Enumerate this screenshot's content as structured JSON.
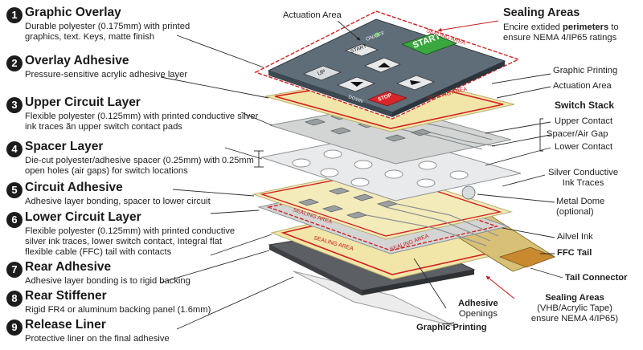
{
  "layers": [
    {
      "num": "1",
      "title": "Graphic Overlay",
      "desc": "Durable polyester (0.175mm) with printed graphics, text. Keys, matte finish"
    },
    {
      "num": "2",
      "title": "Overlay Adhesive",
      "desc": "Pressure-sensitive acrylic adhesive layer"
    },
    {
      "num": "3",
      "title": "Upper Circuit Layer",
      "desc": "Flexible polyester (0.125mm) with printed conductive silver ink traces ãn upper switch contact pads"
    },
    {
      "num": "4",
      "title": "Spacer Layer",
      "desc": "Die-cut polyester/adhesive spacer (0.25mm) with open holes (air gaps) for switch locations"
    },
    {
      "num": "5",
      "title": "Circuit Adhesive",
      "desc": "Adhesive layer bonding, spacer to lower circuit"
    },
    {
      "num": "6",
      "title": "Lower Circuit Layer",
      "desc": "Flexible polyester (0.125mm) with printed conductive silver ink traces, lower switch contact, Integral flat flexible cable (FFC) tail with contacts"
    },
    {
      "num": "7",
      "title": "Rear Adhesive",
      "desc": "Adhesive layer bonding is to rigid backing"
    },
    {
      "num": "8",
      "title": "Rear Stiffener",
      "desc": "Rigid FR4 or aluminum backing panel (1.6mm)"
    },
    {
      "num": "9",
      "title": "Release Liner",
      "desc": "Protective liner on the final adhesive"
    }
  ],
  "dimension_label": "0.25mm",
  "keys": {
    "onoff": "ON/OFF",
    "start_small": "START",
    "start_big": "START",
    "up": "UP",
    "down": "DOWN",
    "stop": "STOP"
  },
  "sealing_tags": [
    "SEALING AREA",
    "SEALING AREA",
    "SEALING AREA",
    "SEALING AREA",
    "SEALING AREA"
  ],
  "top_labels": {
    "actuation_area": "Actuation Area",
    "sealing_title": "Sealing Areas",
    "sealing_desc_pre": "Encire extided ",
    "sealing_desc_bold": "perimeters",
    "sealing_desc_post": " to",
    "sealing_desc_line2": "ensure NEMA 4/IP65 ratings"
  },
  "right_labels": {
    "graphic_printing": "Graphic Printing",
    "actuation_area": "Actuation Area",
    "switch_stack": "Switch Stack",
    "upper_contact": "Upper Contact",
    "spacer_gap": "Spacer/Air Gap",
    "lower_contact": "Lower Contact",
    "silver_1": "Silver Conductive",
    "silver_2": "Ink Traces",
    "metal_dome_1": "Metal Dome",
    "metal_dome_2": "(optional)",
    "ailver": "Ailvel Ink",
    "ffc_tail": "FFC Tail",
    "tail_connector": "Tail Connector",
    "seal_bottom_1": "Sealing Areas",
    "seal_bottom_2": "(VHB/Acrylic Tape)",
    "seal_bottom_3": "ensure NEMA 4/IP65)"
  },
  "bottom_labels": {
    "adhesive_1": "Adhesive",
    "adhesive_2": "Openings",
    "graphic_printing": "Graphic Printing"
  },
  "colors": {
    "accent_red": "#d32020",
    "start_green": "#3aa83f",
    "stop_red": "#d8262a",
    "overlay_gray": "#5f6d78",
    "adhesive_yellow": "#f1e6a8",
    "circuit_gray": "#d3d5d5"
  }
}
